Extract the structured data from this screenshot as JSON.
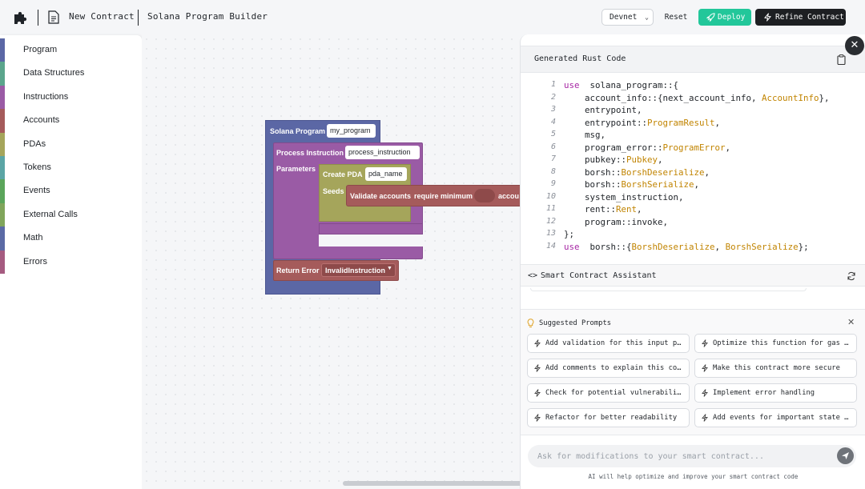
{
  "header": {
    "project_name": "New Contract",
    "app_title": "Solana Program Builder",
    "network": "Devnet",
    "reset_label": "Reset",
    "deploy_label": "Deploy",
    "refine_label": "Refine Contract",
    "icons": {
      "logo": "puzzle-piece-icon",
      "doc": "document-icon",
      "deploy": "rocket-icon",
      "refine": "lightning-icon"
    }
  },
  "sidebar": {
    "categories": [
      {
        "label": "Program",
        "color": "#5b67a5"
      },
      {
        "label": "Data Structures",
        "color": "#5ba58c"
      },
      {
        "label": "Instructions",
        "color": "#9a5ba5"
      },
      {
        "label": "Accounts",
        "color": "#a55b5b"
      },
      {
        "label": "PDAs",
        "color": "#a5a55b"
      },
      {
        "label": "Tokens",
        "color": "#5ba5a5"
      },
      {
        "label": "Events",
        "color": "#5ba55b"
      },
      {
        "label": "External Calls",
        "color": "#80a55b"
      },
      {
        "label": "Math",
        "color": "#5b6aa5"
      },
      {
        "label": "Errors",
        "color": "#a55b80"
      }
    ]
  },
  "workspace": {
    "program_label": "Solana Program",
    "program_name": "my_program",
    "instruction_label": "Process Instruction",
    "instruction_name": "process_instruction",
    "parameters_label": "Parameters",
    "pda_label": "Create PDA",
    "pda_name": "pda_name",
    "seeds_label": "Seeds",
    "validate_label": "Validate accounts",
    "require_label": "require minimum",
    "validate_trailing": "accou",
    "error_label": "Return Error",
    "error_value": "InvalidInstruction",
    "colors": {
      "program": "#5b67a5",
      "instruction": "#9a5ba5",
      "pda": "#a5a55b",
      "accounts": "#a55b5b"
    }
  },
  "code_panel": {
    "title": "Generated Rust Code",
    "lines": [
      {
        "n": "1",
        "segs": [
          [
            "kw",
            "use"
          ],
          [
            "",
            "  solana_program::{"
          ]
        ]
      },
      {
        "n": "2",
        "segs": [
          [
            "",
            "    account_info::{next_account_info, "
          ],
          [
            "ty",
            "AccountInfo"
          ],
          [
            "",
            "},"
          ]
        ]
      },
      {
        "n": "3",
        "segs": [
          [
            "",
            "    entrypoint,"
          ]
        ]
      },
      {
        "n": "4",
        "segs": [
          [
            "",
            "    entrypoint::"
          ],
          [
            "ty",
            "ProgramResult"
          ],
          [
            "",
            ","
          ]
        ]
      },
      {
        "n": "5",
        "segs": [
          [
            "",
            "    msg,"
          ]
        ]
      },
      {
        "n": "6",
        "segs": [
          [
            "",
            "    program_error::"
          ],
          [
            "ty",
            "ProgramError"
          ],
          [
            "",
            ","
          ]
        ]
      },
      {
        "n": "7",
        "segs": [
          [
            "",
            "    pubkey::"
          ],
          [
            "ty",
            "Pubkey"
          ],
          [
            "",
            ","
          ]
        ]
      },
      {
        "n": "8",
        "segs": [
          [
            "",
            "    borsh::"
          ],
          [
            "ty",
            "BorshDeserialize"
          ],
          [
            "",
            ","
          ]
        ]
      },
      {
        "n": "9",
        "segs": [
          [
            "",
            "    borsh::"
          ],
          [
            "ty",
            "BorshSerialize"
          ],
          [
            "",
            ","
          ]
        ]
      },
      {
        "n": "10",
        "segs": [
          [
            "",
            "    system_instruction,"
          ]
        ]
      },
      {
        "n": "11",
        "segs": [
          [
            "",
            "    rent::"
          ],
          [
            "ty",
            "Rent"
          ],
          [
            "",
            ","
          ]
        ]
      },
      {
        "n": "12",
        "segs": [
          [
            "",
            "    program::invoke,"
          ]
        ]
      },
      {
        "n": "13",
        "segs": [
          [
            "",
            "};"
          ]
        ]
      },
      {
        "n": "14",
        "segs": [
          [
            "kw",
            "use"
          ],
          [
            "",
            "  borsh::{"
          ],
          [
            "ty",
            "BorshDeserialize"
          ],
          [
            "",
            ", "
          ],
          [
            "ty",
            "BorshSerialize"
          ],
          [
            "",
            "};"
          ]
        ]
      }
    ]
  },
  "assistant": {
    "title": "Smart Contract Assistant",
    "suggested_title": "Suggested Prompts",
    "prompts": [
      "Add validation for this input p…",
      "Optimize this function for gas …",
      "Add comments to explain this co…",
      "Make this contract more secure",
      "Check for potential vulnerabili…",
      "Implement error handling",
      "Refactor for better readability",
      "Add events for important state …"
    ],
    "input_placeholder": "Ask for modifications to your smart contract...",
    "hint": "AI will help optimize and improve your smart contract code"
  }
}
